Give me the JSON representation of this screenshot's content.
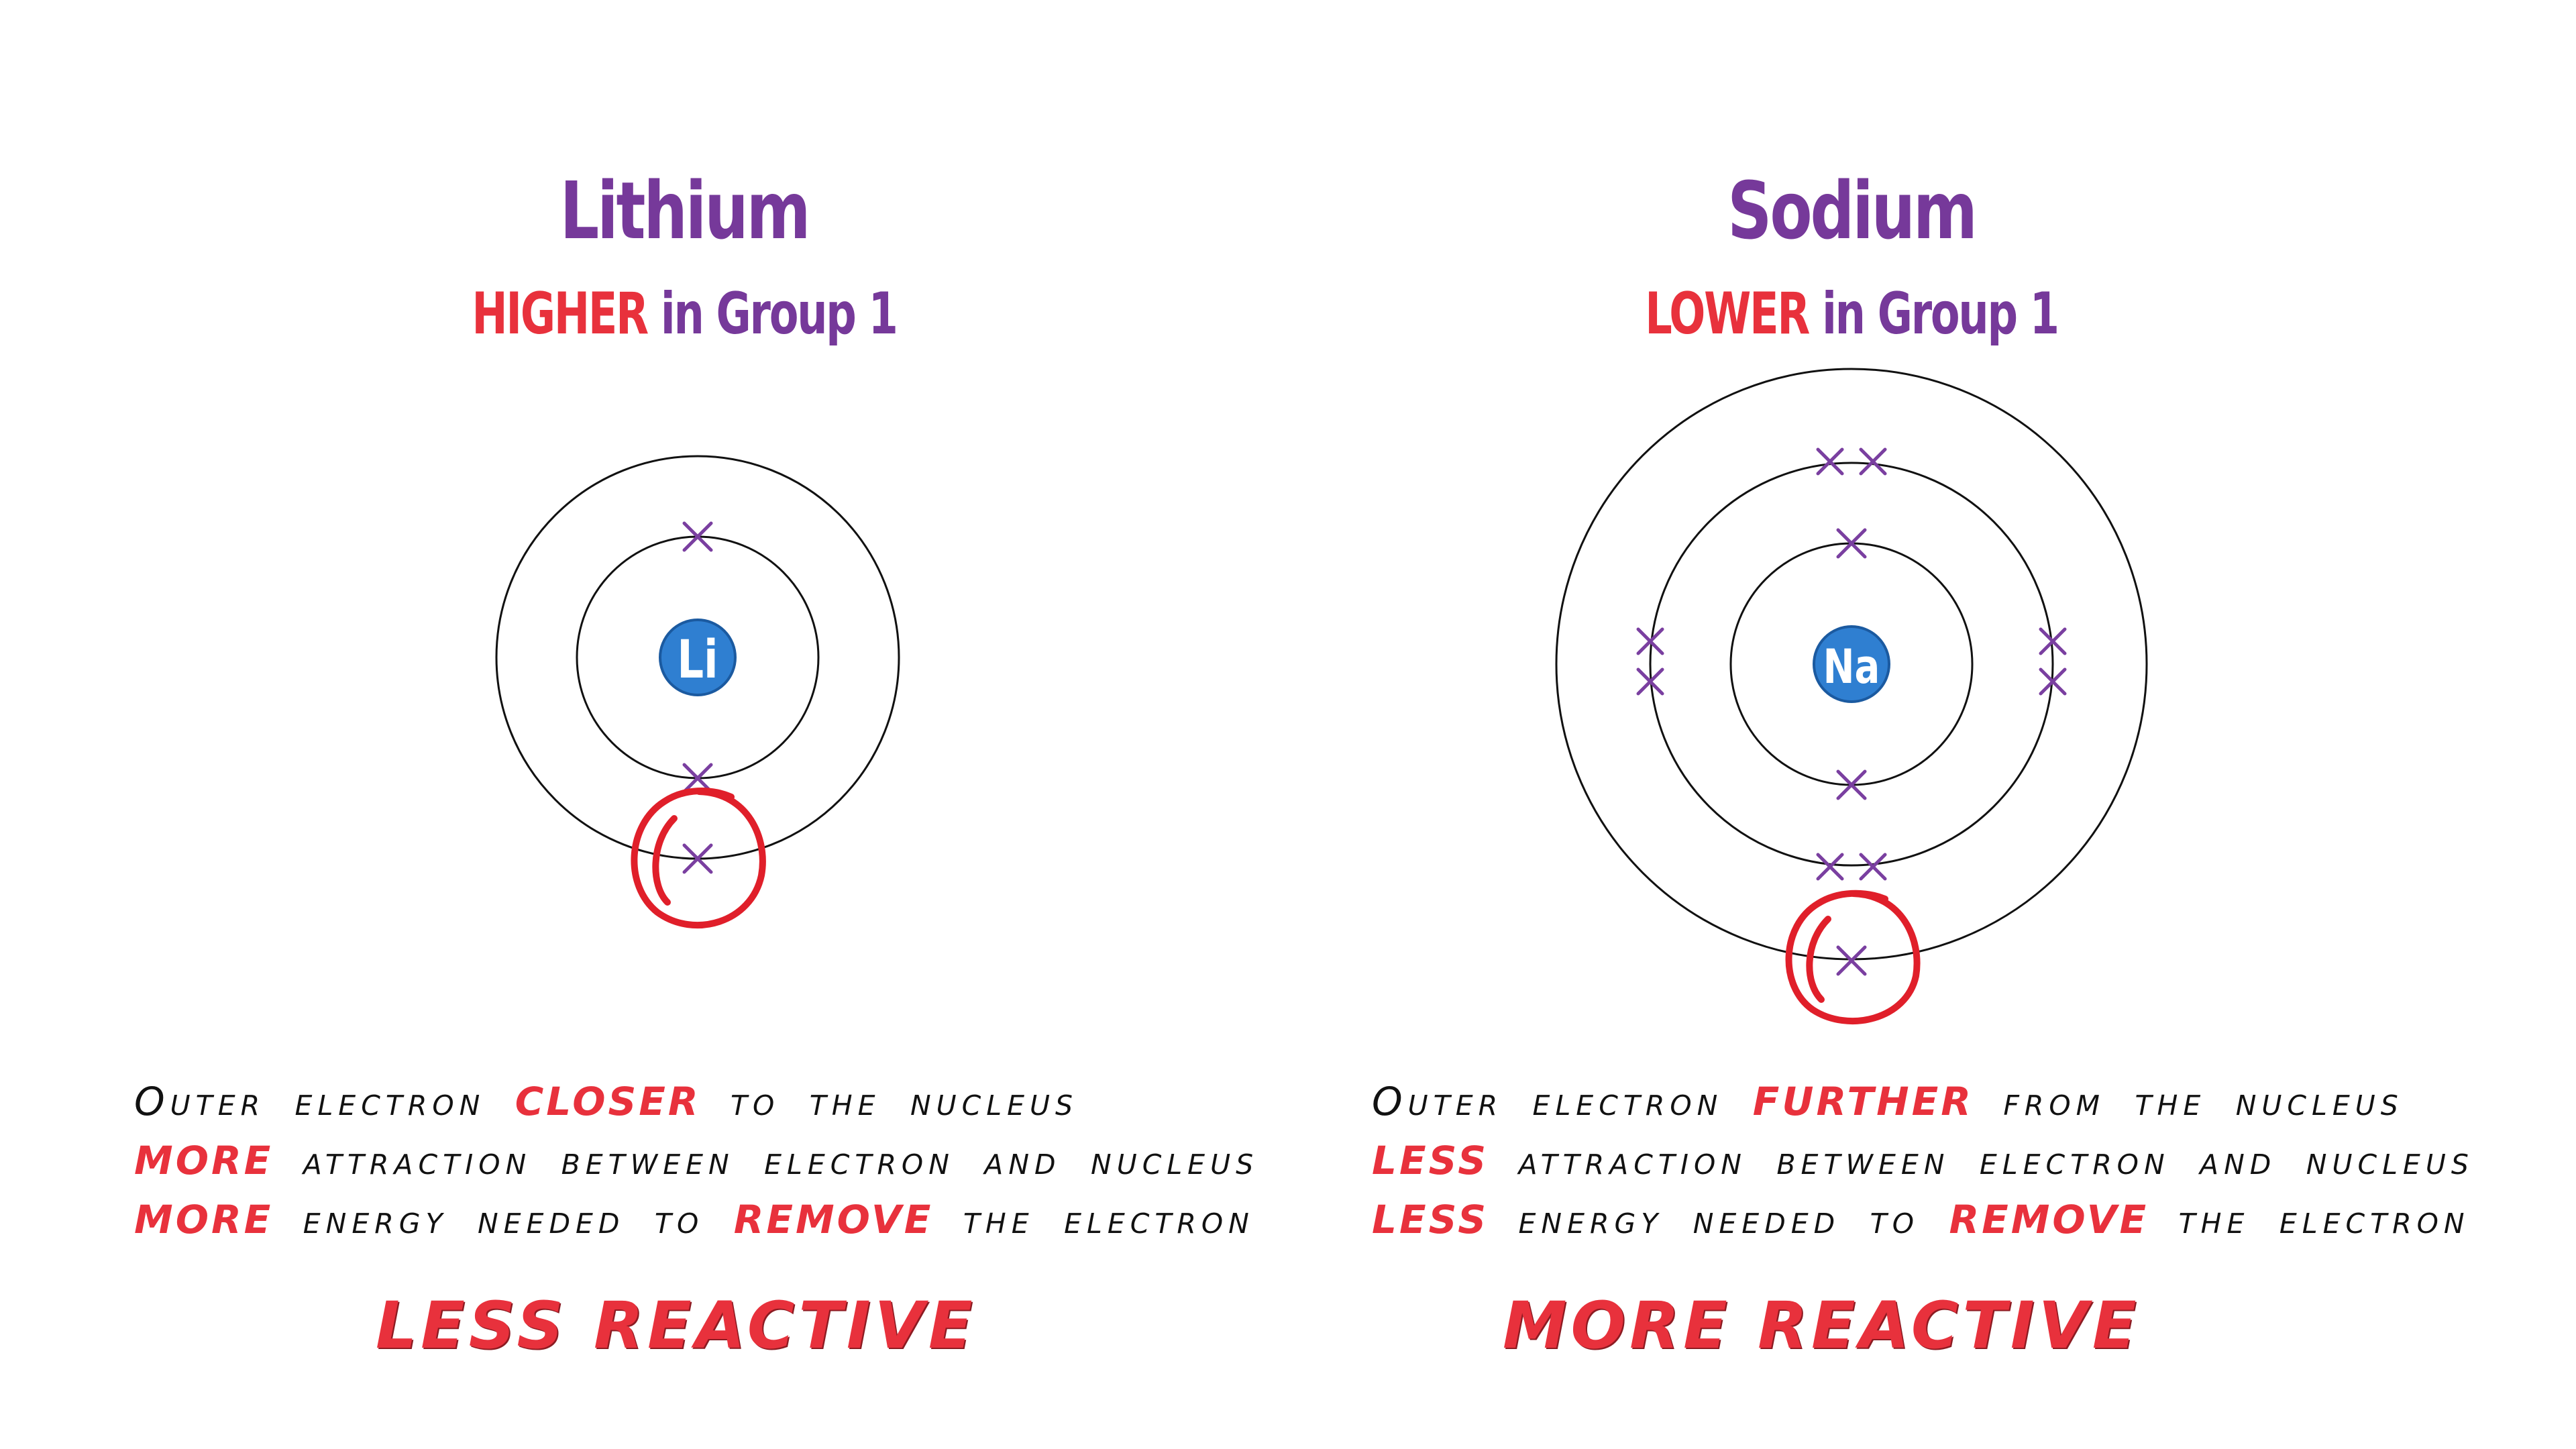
{
  "panels": [
    {
      "element_name": "Lithium",
      "position_word": "HIGHER",
      "position_rest": " in Group 1",
      "symbol": "Li",
      "desc": [
        {
          "pre": "Outer electron ",
          "hl": "CLOSER",
          "post": " to the nucleus"
        },
        {
          "pre": "",
          "hl": "MORE",
          "post": " attraction between electron and nucleus"
        },
        {
          "pre": "",
          "hl": "MORE",
          "post": " energy needed to REMOVE the electron"
        }
      ],
      "line3_pre_hl": "MORE",
      "line3_mid": " energy needed to ",
      "line3_hl2": "REMOVE",
      "line3_post": " the electron",
      "verdict": "LESS REACTIVE"
    },
    {
      "element_name": "Sodium",
      "position_word": "LOWER",
      "position_rest": " in Group 1",
      "symbol": "Na",
      "desc": [
        {
          "pre": "Outer electron ",
          "hl": "FURTHER",
          "post": " from the nucleus"
        },
        {
          "pre": "",
          "hl": "LESS",
          "post": " attraction between electron and nucleus"
        },
        {
          "pre": "",
          "hl": "LESS",
          "post": " energy needed to REMOVE the electron"
        }
      ],
      "line3_pre_hl": "LESS",
      "line3_mid": " energy needed to ",
      "line3_hl2": "REMOVE",
      "line3_post": " the electron",
      "verdict": "MORE REACTIVE"
    }
  ],
  "colors": {
    "title": "#76399a",
    "highlight": "#e8313c",
    "nucleus": "#2f7fd1",
    "electron": "#7a3fa0",
    "shell": "#111111"
  }
}
